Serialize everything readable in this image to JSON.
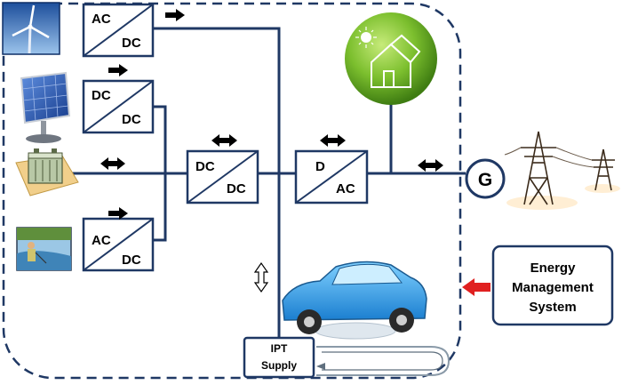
{
  "converters": {
    "wind": {
      "top": "AC",
      "bottom": "DC"
    },
    "solar": {
      "top": "DC",
      "bottom": "DC"
    },
    "hydro": {
      "top": "AC",
      "bottom": "DC"
    },
    "storage": {
      "top": "DC",
      "bottom": "DC"
    },
    "inverter": {
      "top": "D",
      "bottom": "AC"
    }
  },
  "grid": {
    "label": "G"
  },
  "ipt": {
    "line1": "IPT",
    "line2": "Supply"
  },
  "ems": {
    "line1": "Energy",
    "line2": "Management",
    "line3": "System"
  },
  "colors": {
    "bus": "#1f3864",
    "dashed_border": "#1f3864",
    "house_green": "#6fb02a",
    "car_blue": "#3aa8e8",
    "ems_arrow": "#e02020"
  },
  "icons": [
    "wind-turbine-icon",
    "solar-panel-icon",
    "battery-icon",
    "hydro-worker-icon",
    "green-house-icon",
    "power-tower-icon",
    "electric-car-icon"
  ]
}
